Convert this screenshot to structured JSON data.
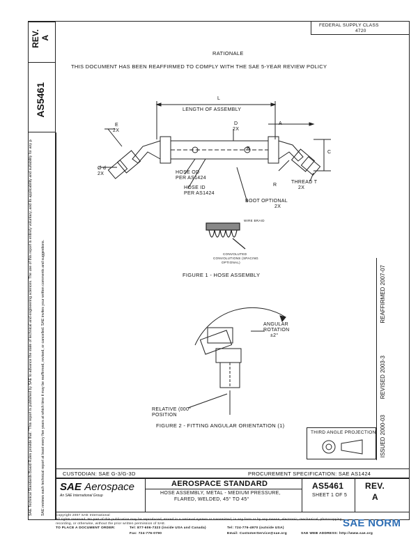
{
  "left_strip": {
    "rev_label": "REV.",
    "rev_value": "A",
    "doc_number": "AS5461",
    "legal_notice": "SAE Technical Standards Board Rules provide that: \"This report is published by SAE to advance the state of technical and engineering sciences. The use of this report is entirely voluntary, and its applicability and suitability for any particular use, including any patent infringement arising therefrom, is the sole responsibility of the user.\"",
    "review_notice": "SAE reviews each technical report at least every five years at which time it may be reaffirmed, revised, or cancelled. SAE invites your written comments and suggestions."
  },
  "header": {
    "federal_supply_class": "FEDERAL SUPPLY CLASS",
    "fsc_value": "4720"
  },
  "rationale": {
    "title": "RATIONALE",
    "text": "THIS DOCUMENT HAS BEEN REAFFIRMED TO COMPLY WITH THE SAE 5-YEAR REVIEW POLICY"
  },
  "figure1": {
    "dim_l": "L",
    "length_label": "LENGTH OF ASSEMBLY",
    "d_label": "D",
    "d_count": "2X",
    "a_label": "A",
    "e_label": "E",
    "e_count": "2X",
    "hose_od": "HOSE OD",
    "hose_od_ref": "PER AS1424",
    "hose_id": "HOSE ID",
    "hose_id_ref": "PER AS1424",
    "b_label": "B",
    "r_label": "R",
    "c_label": "C",
    "thread": "THREAD T",
    "thread_count": "2X",
    "boot": "BOOT OPTIONAL",
    "boot_count": "2X",
    "phi_d": "Ø d",
    "phi_count": "2X",
    "wire_braid": "WIRE BRAID",
    "convolutions": "CONVOLUTED",
    "convolutions2": "CONVOLUTIONS (SPACING",
    "convolutions3": "OPTIONAL)",
    "caption": "FIGURE 1 - HOSE ASSEMBLY"
  },
  "figure2": {
    "angular_rotation": "ANGULAR",
    "angular_rotation2": "ROTATION",
    "angular_tol": "±2°",
    "relative_pos": "RELATIVE (000°",
    "relative_pos2": "POSITION",
    "caption": "FIGURE 2 - FITTING ANGULAR ORIENTATION (1)"
  },
  "right_strip": {
    "reaffirmed": "REAFFIRMED 2007-07",
    "revised": "REVISED 2003-3",
    "issued": "ISSUED 2000-03"
  },
  "projection": {
    "title": "THIRD ANGLE PROJECTION"
  },
  "footer": {
    "custodian": "CUSTODIAN: SAE G-3/G-3D",
    "procurement": "PROCUREMENT SPECIFICATION: SAE AS1424",
    "logo_sae": "SAE",
    "logo_aero": "Aerospace",
    "logo_sub": "An SAE International Group",
    "standard_title": "AEROSPACE STANDARD",
    "description_line1": "HOSE ASSEMBLY, METAL - MEDIUM PRESSURE,",
    "description_line2": "FLARED, WELDED, 45° TO 45°",
    "doc_number": "AS5461",
    "sheet": "SHEET 1 OF 5",
    "rev_label": "REV.",
    "rev_value": "A",
    "copyright": "Copyright 2007 SAE International",
    "rights": "All rights reserved. No part of this publication may be reproduced, stored in a retrieval system or transmitted, in any form or by any means, electronic, mechanical, photocopying,",
    "rights2": "recording, or otherwise, without the prior written permission of SAE.",
    "order_label": "TO PLACE A DOCUMENT ORDER:",
    "tel1": "Tel: 877-606-7323 (inside USA and Canada)",
    "tel2": "Tel: 724-776-4970 (outside USA)",
    "fax": "Fax: 724-776-0790",
    "email": "Email: CustomerService@sae.org",
    "web": "SAE WEB ADDRESS: http://www.sae.org",
    "watermark": "SAE NORM"
  },
  "colors": {
    "ink": "#111111",
    "watermark": "#2f6fb5"
  }
}
